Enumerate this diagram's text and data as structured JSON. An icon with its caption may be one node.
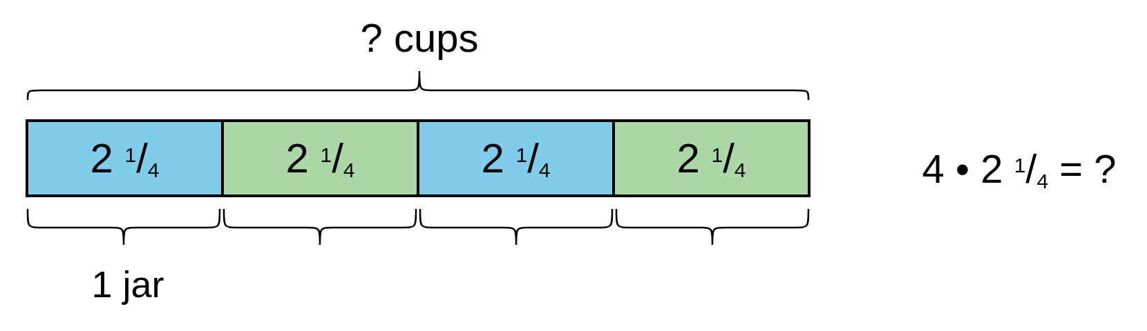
{
  "diagram": {
    "nodes": [
      {
        "text": [
          "2 $^{1}$/$_{4}$"
        ]
      },
      {
        "text": [
          "2 $^{1}$/$_{4}$"
        ]
      },
      {
        "text": [
          "2 $^{1}$/$_{4}$"
        ]
      },
      {
        "text": [
          "2 $^{1}$/$_{4}$"
        ]
      }
    ],
    "labels": [
      "? cups",
      "1 jar",
      "4 • 2 $^{1}$/$_{4}$ = ?"
    ]
  }
}
